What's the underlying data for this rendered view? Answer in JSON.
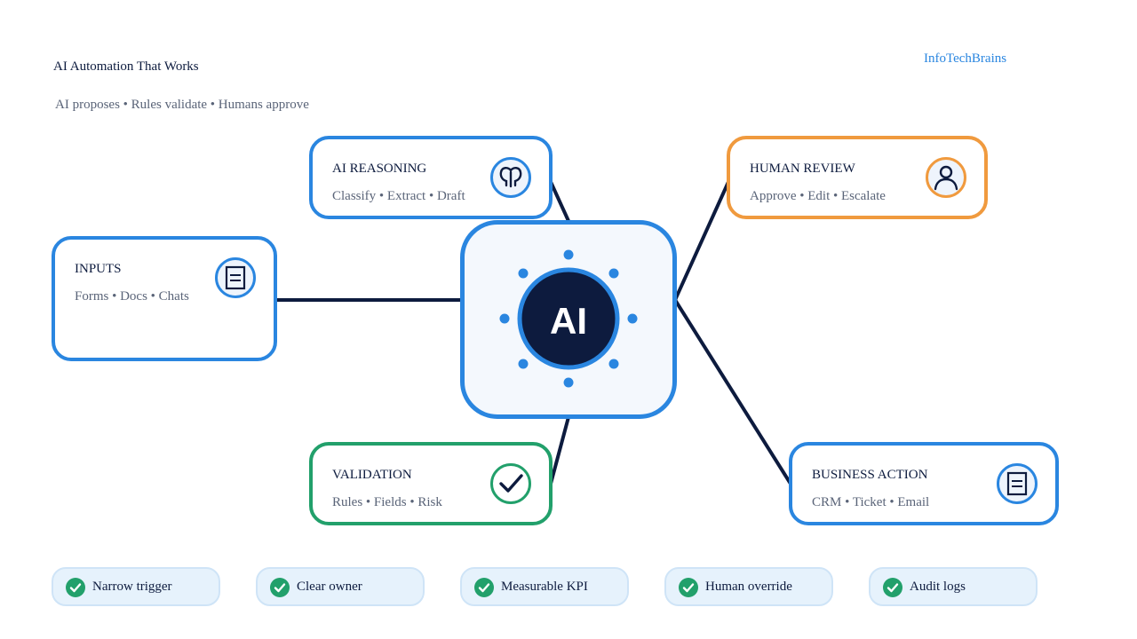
{
  "header": {
    "title": "AI Automation That Works",
    "subtitle": "AI proposes • Rules validate • Humans approve",
    "brand": "InfoTechBrains"
  },
  "hub": {
    "label": "AI"
  },
  "cards": {
    "ai_reasoning": {
      "title": "AI REASONING",
      "subtitle": "Classify • Extract • Draft",
      "icon": "brain-icon"
    },
    "human_review": {
      "title": "HUMAN REVIEW",
      "subtitle": "Approve • Edit • Escalate",
      "icon": "person-icon"
    },
    "inputs": {
      "title": "INPUTS",
      "subtitle": "Forms • Docs • Chats",
      "icon": "document-icon"
    },
    "validation": {
      "title": "VALIDATION",
      "subtitle": "Rules • Fields • Risk",
      "icon": "check-icon"
    },
    "business_action": {
      "title": "BUSINESS ACTION",
      "subtitle": "CRM • Ticket • Email",
      "icon": "document-icon"
    }
  },
  "pills": [
    {
      "label": "Narrow trigger"
    },
    {
      "label": "Clear owner"
    },
    {
      "label": "Measurable KPI"
    },
    {
      "label": "Human override"
    },
    {
      "label": "Audit logs"
    }
  ],
  "colors": {
    "accent": "#2a86e0",
    "navy": "#0d1b3e",
    "green": "#22a06b",
    "orange": "#f09a3e",
    "pill_bg": "#e6f2fc"
  }
}
